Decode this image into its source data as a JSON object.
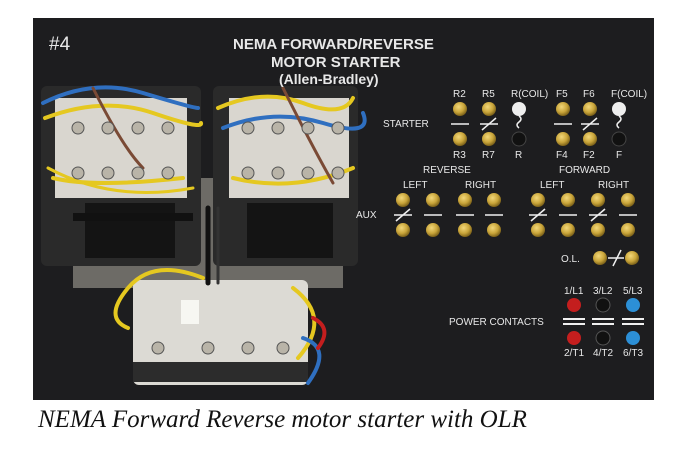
{
  "panel": {
    "number": "#4",
    "title_line1": "NEMA FORWARD/REVERSE",
    "title_line2": "MOTOR STARTER",
    "maker": "(Allen-Bradley)",
    "starter_label": "STARTER",
    "starter_terms_top": [
      "R2",
      "R5",
      "R(COIL)",
      "F5",
      "F6",
      "F(COIL)"
    ],
    "starter_terms_bottom": [
      "R3",
      "R7",
      "R",
      "F4",
      "F2",
      "F"
    ],
    "reverse_label": "REVERSE",
    "forward_label": "FORWARD",
    "left_label": "LEFT",
    "right_label": "RIGHT",
    "aux_label": "AUX",
    "ol_label": "O.L.",
    "power_label": "POWER CONTACTS",
    "power_top": [
      "1/L1",
      "3/L2",
      "5/L3"
    ],
    "power_bottom": [
      "2/T1",
      "4/T2",
      "6/T3"
    ]
  },
  "caption": "NEMA Forward Reverse motor starter with OLR",
  "colors": {
    "panel": "#1d1d1f",
    "brass": "#c9a53a",
    "wire_yellow": "#e5c820",
    "wire_blue": "#2f6fc0",
    "wire_brown": "#7a4a35",
    "red_jack": "#c41e1e",
    "blue_jack": "#2c8fd6"
  }
}
